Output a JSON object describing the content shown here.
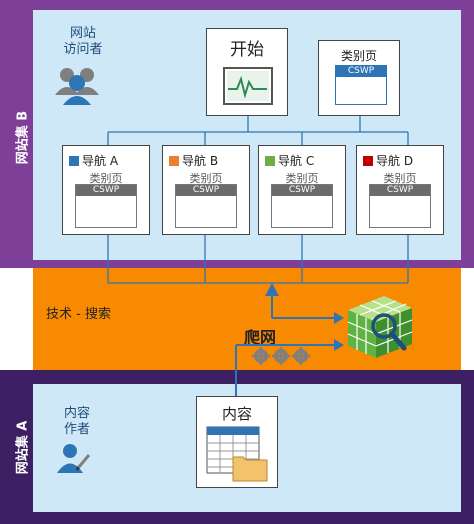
{
  "site_b": {
    "label": "网站集 B",
    "visitor_label": "网站\n访问者"
  },
  "start": {
    "title": "开始"
  },
  "top_category": {
    "label": "类别页",
    "cswp": "CSWP"
  },
  "nav_boxes": [
    {
      "title": "导航 A",
      "color": "#2e75b6",
      "category": "类别页",
      "cswp": "CSWP"
    },
    {
      "title": "导航 B",
      "color": "#ed7d31",
      "category": "类别页",
      "cswp": "CSWP"
    },
    {
      "title": "导航 C",
      "color": "#70ad47",
      "category": "类别页",
      "cswp": "CSWP"
    },
    {
      "title": "导航 D",
      "color": "#c00000",
      "category": "类别页",
      "cswp": "CSWP"
    }
  ],
  "tech": {
    "label": "技术 - 搜索",
    "crawl_label": "爬网"
  },
  "site_a": {
    "label": "网站集 A",
    "author_label": "内容\n作者"
  },
  "content": {
    "title": "内容"
  },
  "colors": {
    "purple": "#7e3f98",
    "dark_purple": "#3c2063",
    "orange": "#f78a00",
    "light_blue": "#cfe8f7",
    "line_blue": "#2e75b6"
  }
}
